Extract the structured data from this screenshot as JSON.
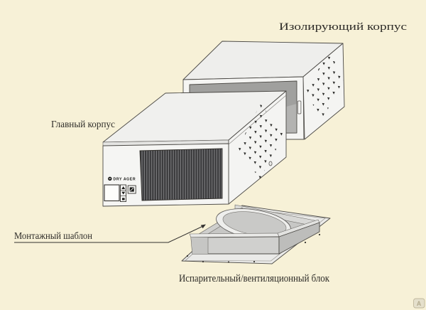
{
  "diagram": {
    "labels": {
      "insulating_housing": "Изолирующий корпус",
      "main_housing": "Главный корпус",
      "mounting_template": "Монтажный шаблон",
      "evaporator_unit": "Испарительный/вентиляционный блок"
    },
    "device": {
      "brand": "DRY AGER"
    },
    "watermark": "A",
    "colors": {
      "background": "#f7f1d7",
      "outline": "#4c4a46",
      "label_text": "#2e2c28",
      "face_front": "#f5f5f3",
      "face_top": "#efefed",
      "face_side": "#f3f3f1",
      "interior_gray": "#a0a09e",
      "grille_dark": "#39393b",
      "tray_gray": "#d0d0ce",
      "perforation": "#2b2b29"
    }
  }
}
